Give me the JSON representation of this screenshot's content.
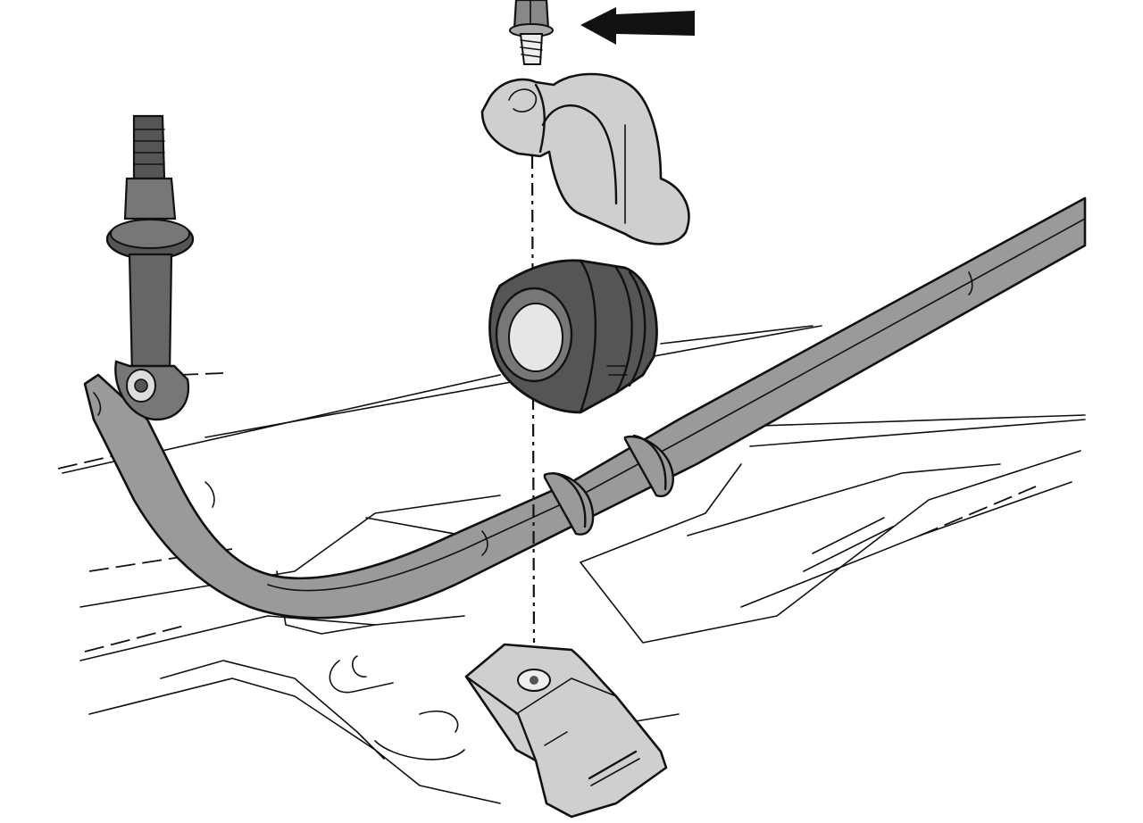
{
  "figure": {
    "kind": "exploded-assembly-line-drawing",
    "parts": [
      "bolt",
      "arrow-indicator",
      "bracket-clamp",
      "rubber-bushing",
      "stabilizer-bar",
      "drop-link",
      "mounting-plate",
      "vehicle-subframe"
    ]
  },
  "colors": {
    "ink": "#111111",
    "metal": "#9a9a9a",
    "rubber": "#555555",
    "clamp": "#cfcfcf",
    "bushing_bore": "#e6e6e6",
    "background": "#ffffff"
  }
}
